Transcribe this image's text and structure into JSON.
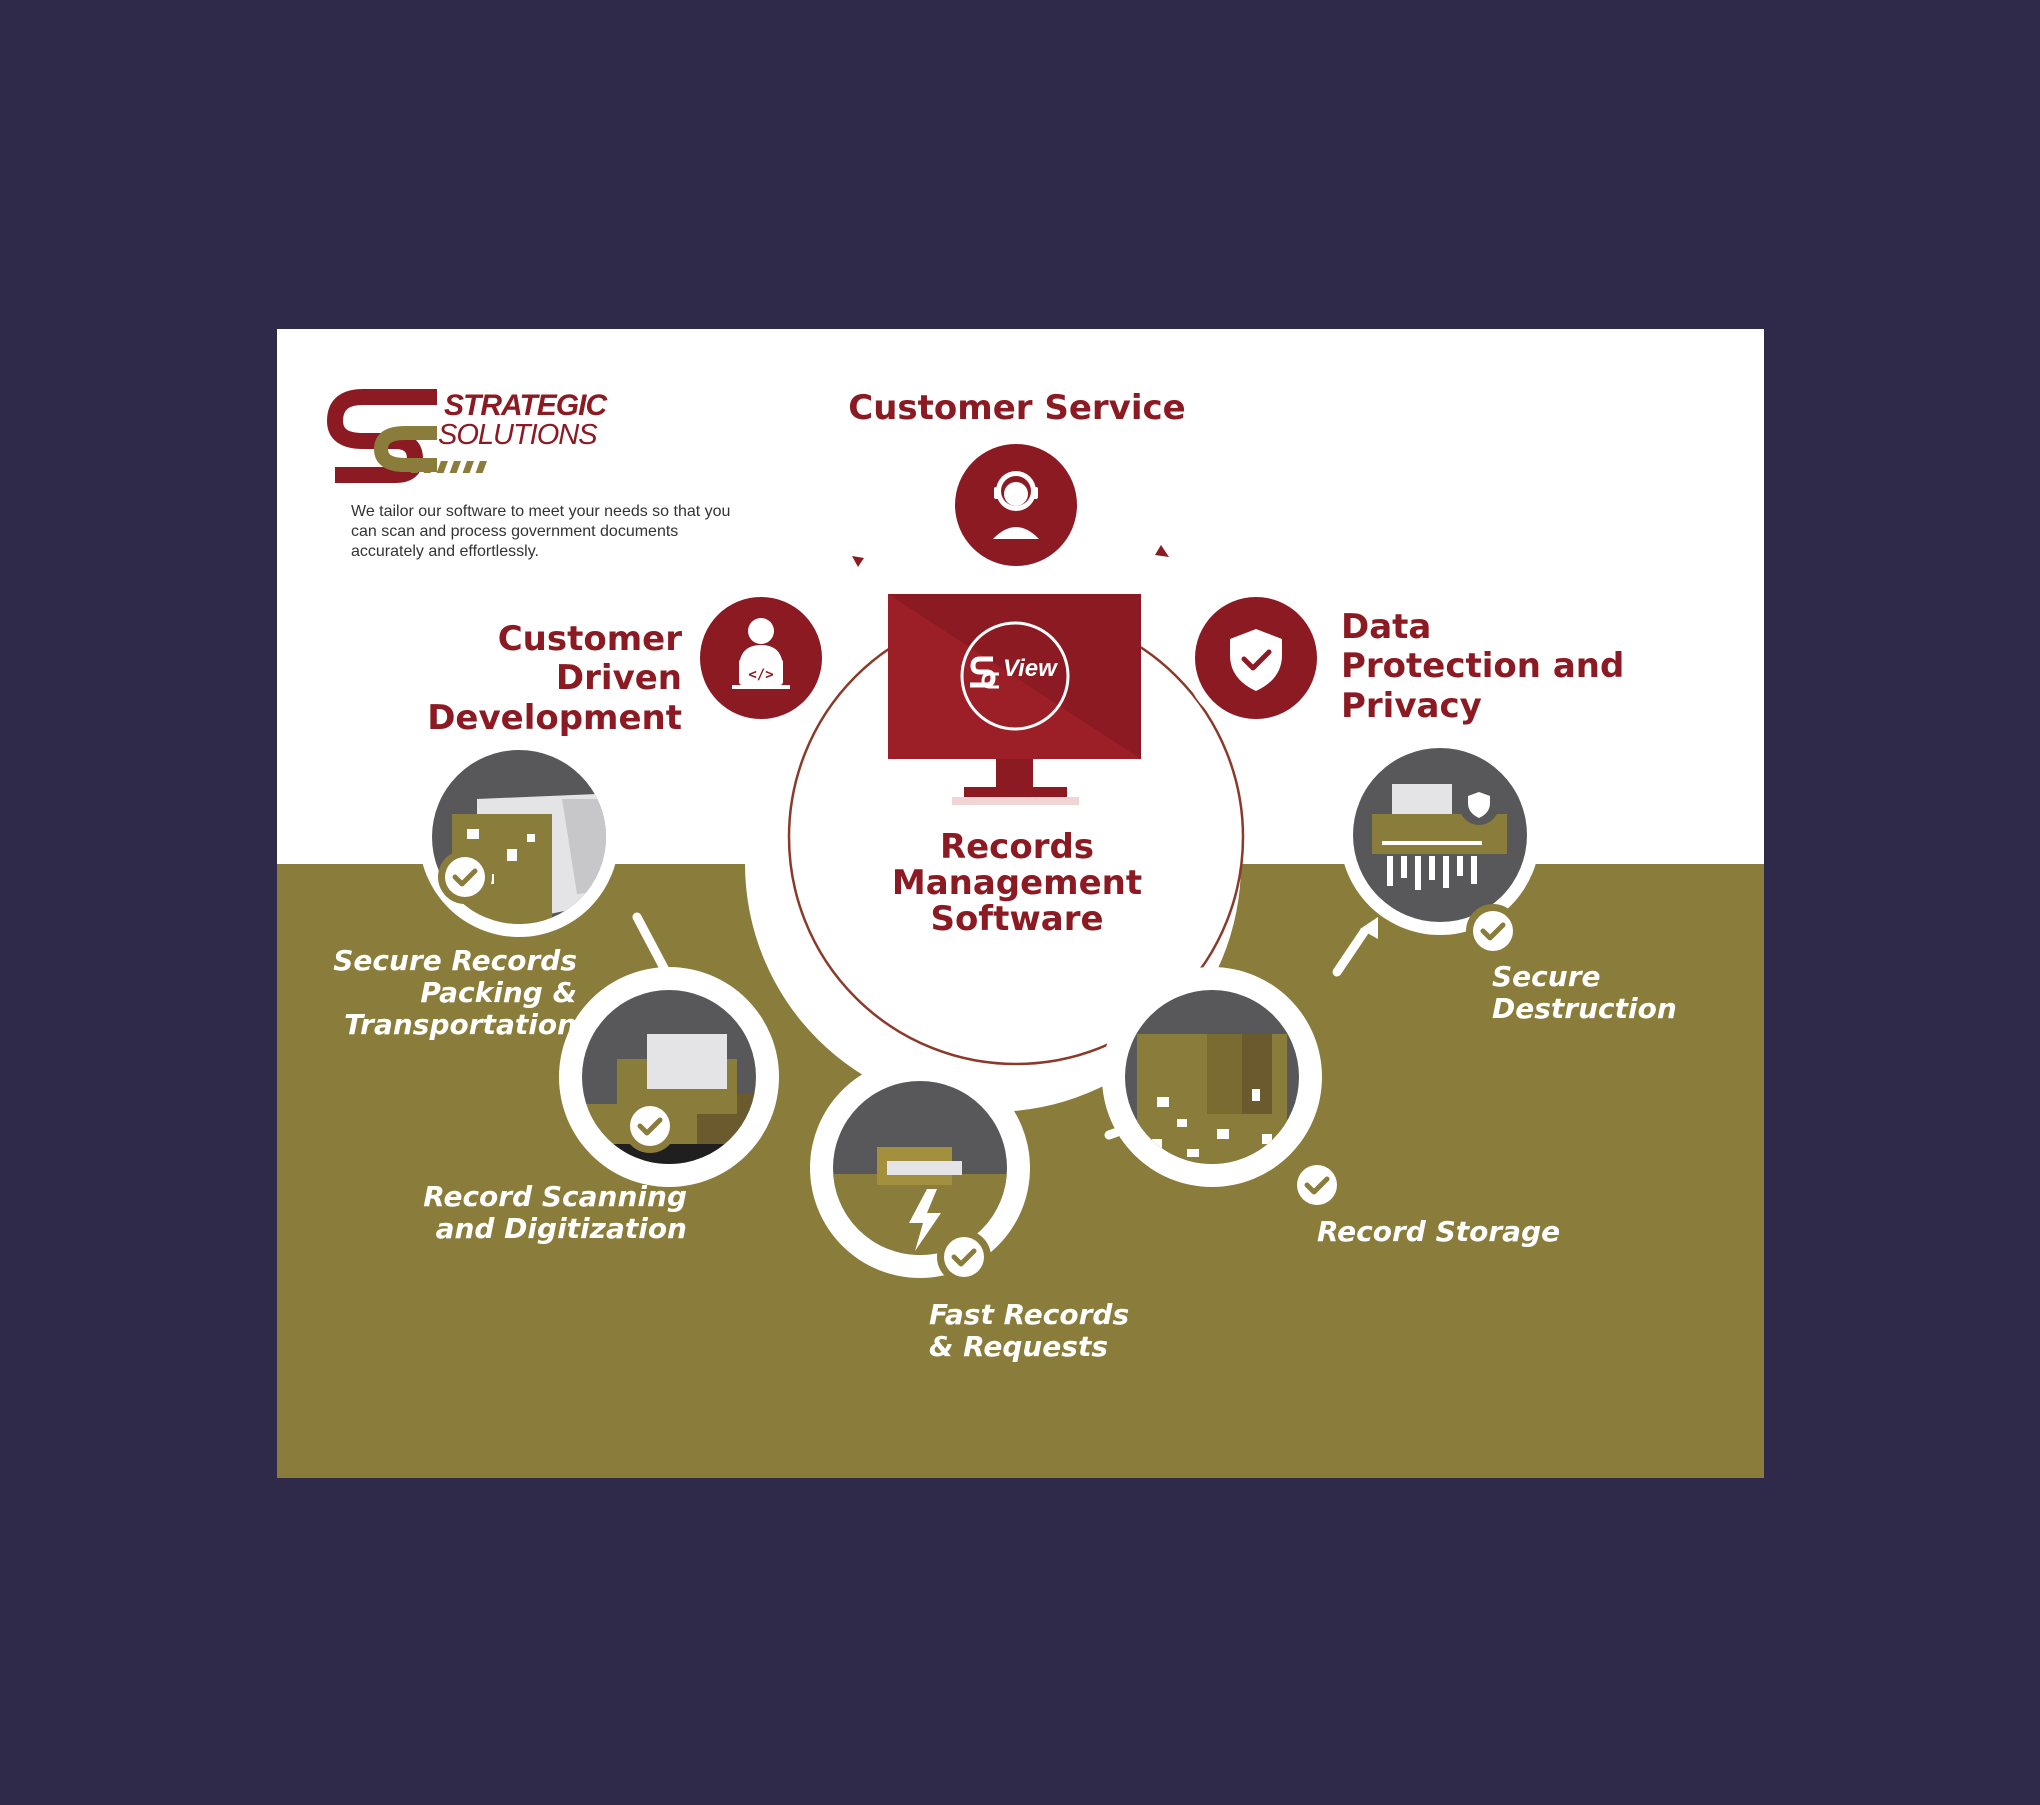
{
  "brand": {
    "logo_line1": "STRATEGIC",
    "logo_line2": "SOLUTIONS",
    "tagline": "We tailor our software to meet your needs so that you can scan and process government documents accurately and effortlessly.",
    "product_badge": "View"
  },
  "center": {
    "title": "Records Management Software",
    "monitor_icon": "monitor-icon"
  },
  "software_cycle": [
    {
      "label": "Customer Service",
      "icon": "customer-service-agent-icon"
    },
    {
      "label": "Data Protection and Privacy",
      "icon": "shield-check-icon"
    },
    {
      "label": "Customer Driven Development",
      "icon": "developer-laptop-icon"
    }
  ],
  "process_steps": [
    {
      "label": "Secure Records Packing & Transportation",
      "icon": "truck-boxes-icon"
    },
    {
      "label": "Record Scanning and Digitization",
      "icon": "scanner-icon"
    },
    {
      "label": "Fast Records & Requests",
      "icon": "folder-lightning-icon"
    },
    {
      "label": "Record Storage",
      "icon": "storage-boxes-icon"
    },
    {
      "label": "Secure Destruction",
      "icon": "shredder-icon"
    }
  ],
  "colors": {
    "page_background": "#302a4a",
    "card_background": "#ffffff",
    "brand_red": "#8b1a22",
    "brand_olive": "#8a7c3a",
    "icon_grey": "#58585a"
  }
}
